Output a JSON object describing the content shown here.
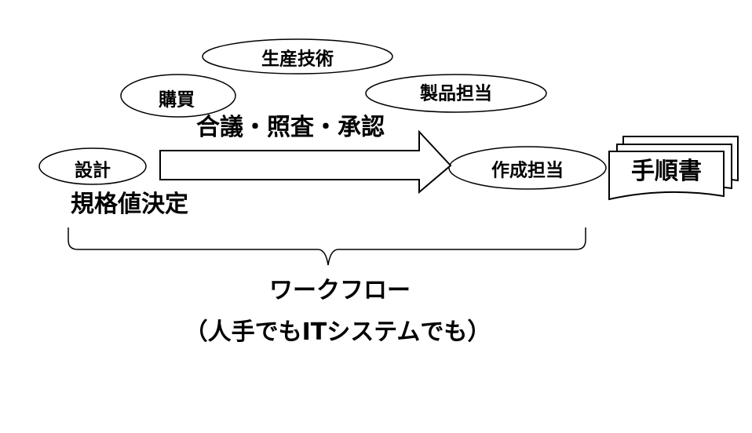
{
  "roles": {
    "design": "設計",
    "purchasing": "購買",
    "production_engineering": "生産技術",
    "product_owner": "製品担当",
    "author": "作成担当"
  },
  "process": {
    "arrow_label": "合議・照査・承認",
    "spec_label": "規格値決定"
  },
  "document": {
    "label": "手順書"
  },
  "workflow": {
    "title": "ワークフロー",
    "subtitle": "（人手でもITシステムでも）"
  },
  "colors": {
    "line": "#000000",
    "background": "#ffffff"
  }
}
